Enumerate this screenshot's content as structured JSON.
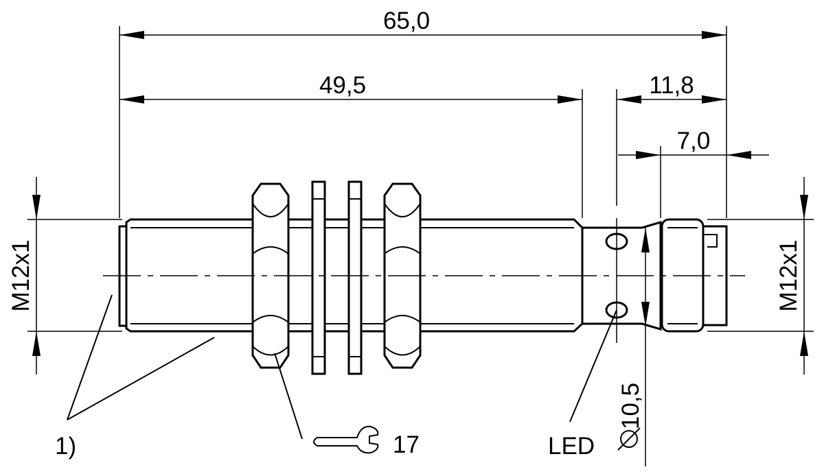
{
  "dimensions": {
    "overall_length": "65,0",
    "thread_length": "49,5",
    "rear_length": "11,8",
    "connector_length": "7,0",
    "thread_left": "M12x1",
    "thread_right": "M12x1",
    "diameter": "10,5"
  },
  "callouts": {
    "note_ref": "1)",
    "wrench_size": "17",
    "led": "LED"
  }
}
